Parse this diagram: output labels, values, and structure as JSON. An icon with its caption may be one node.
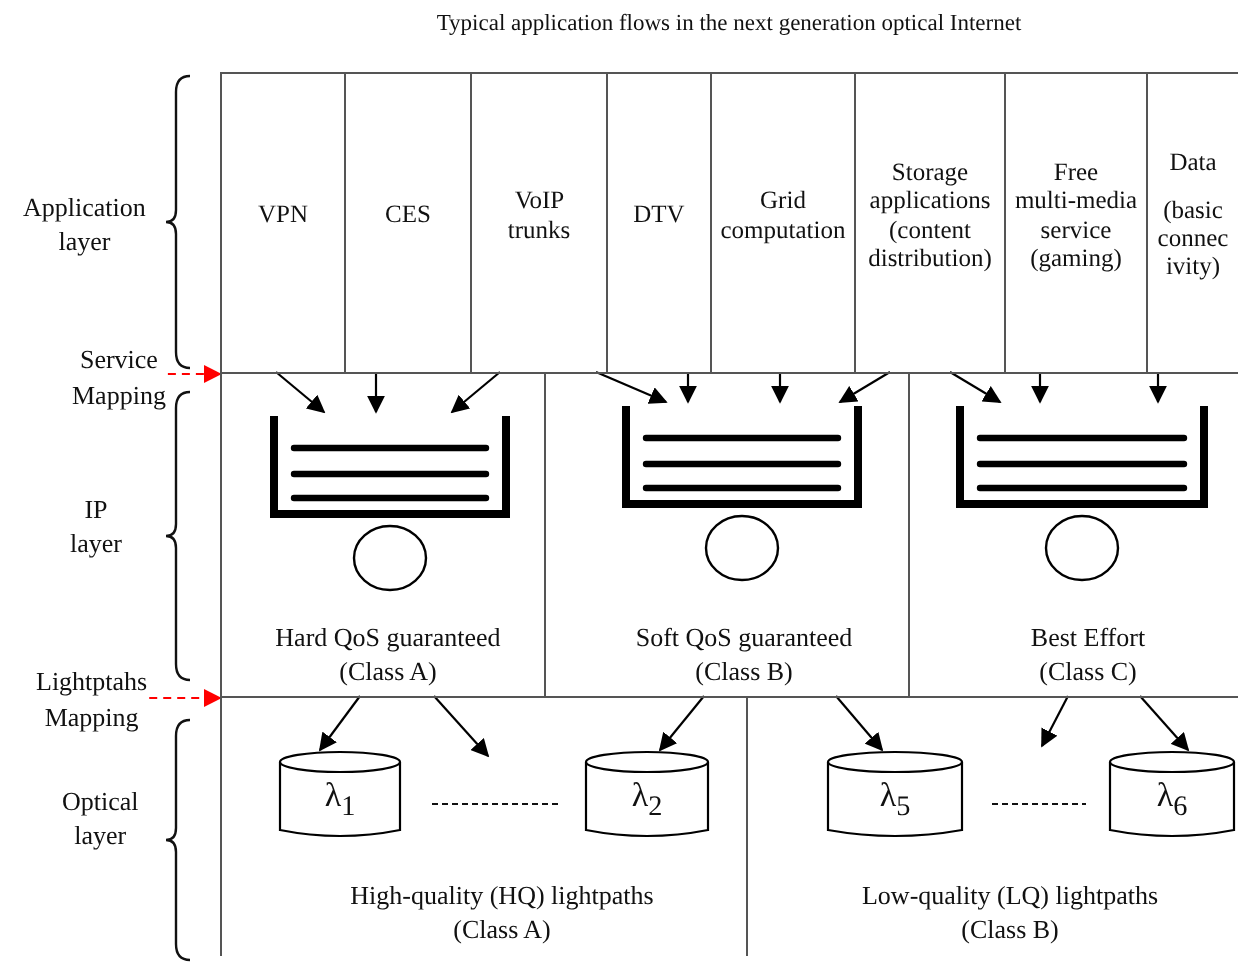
{
  "diagram": {
    "title": "Typical application flows in the next generation optical Internet",
    "nodes": [
      {
        "text": [
          "VPN"
        ]
      },
      {
        "text": [
          "CES"
        ]
      },
      {
        "text": [
          "VoIP trunks"
        ]
      },
      {
        "text": [
          "DTV"
        ]
      },
      {
        "text": [
          "Grid computation"
        ]
      },
      {
        "text": [
          "Storage applications (content distribution)"
        ]
      },
      {
        "text": [
          "Free multi-media service (gaming)"
        ]
      },
      {
        "text": [
          "Data",
          "(basic connec ivity)"
        ]
      },
      {
        "text": [
          "Service Mapping"
        ]
      },
      {
        "text": [
          "Hard QoS guaranteed (Class A)"
        ]
      },
      {
        "text": [],
        "shape": "box",
        "in": 9
      },
      {
        "text": [
          "Soft QoS guaranteed (Class B)"
        ]
      },
      {
        "text": [],
        "shape": "box",
        "in": 11
      },
      {
        "text": [
          "Best Effort (Class C)"
        ]
      },
      {
        "text": [],
        "shape": "box",
        "in": 13
      },
      {
        "text": [
          "Lightptahs Mapping"
        ]
      },
      {
        "text": [
          "High-quality (HQ) lightpaths (Class A)"
        ]
      },
      {
        "text": [
          "λ$_{1}$"
        ],
        "in": 16
      },
      {
        "text": [
          "λ$_{2}$"
        ],
        "in": 16
      },
      {
        "text": [
          "Low-quality (LQ) lightpaths (Class B)"
        ]
      },
      {
        "text": [
          "λ$_{5}$"
        ],
        "in": 19
      },
      {
        "text": [
          "λ$_{6}$"
        ],
        "in": 19
      }
    ],
    "edges": [
      {
        "from": 0,
        "to": 10,
        "arrow": "to"
      },
      {
        "from": 1,
        "to": 10,
        "arrow": "to"
      },
      {
        "from": 2,
        "to": 10,
        "arrow": "to"
      },
      {
        "from": 2,
        "to": 12,
        "arrow": "to"
      },
      {
        "from": 3,
        "to": 12,
        "arrow": "to"
      },
      {
        "from": 4,
        "to": 12,
        "arrow": "to"
      },
      {
        "from": 5,
        "to": 12,
        "arrow": "to"
      },
      {
        "from": 5,
        "to": 14,
        "arrow": "to"
      },
      {
        "from": 6,
        "to": 14,
        "arrow": "to"
      },
      {
        "from": 7,
        "to": 14,
        "arrow": "to"
      },
      {
        "from": 9,
        "to": 17,
        "arrow": "to"
      },
      {
        "from": 9,
        "to": null,
        "arrow": "to"
      },
      {
        "from": 11,
        "to": 18,
        "arrow": "to"
      },
      {
        "from": 11,
        "to": 20,
        "arrow": "to"
      },
      {
        "from": 13,
        "to": null,
        "arrow": "to"
      },
      {
        "from": 13,
        "to": 21,
        "arrow": "to"
      },
      {
        "from": 8,
        "to": 9,
        "arrow": "to",
        "style": "dashed",
        "color": "#ff0000"
      },
      {
        "from": 15,
        "to": 16,
        "arrow": "to",
        "style": "dashed",
        "color": "#ff0000"
      }
    ],
    "labels": [
      "Application layer",
      "IP layer",
      "Optical layer"
    ]
  }
}
